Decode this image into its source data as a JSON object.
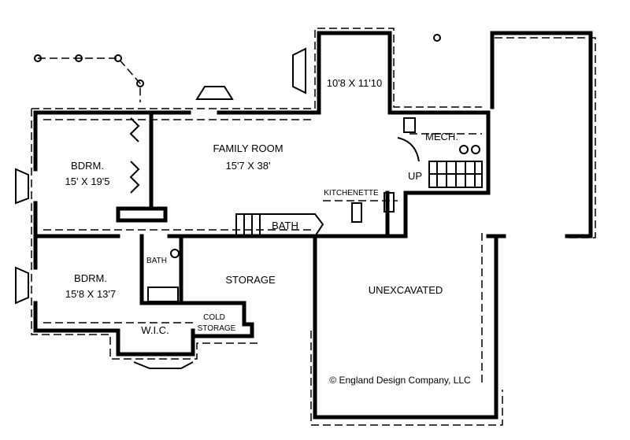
{
  "rooms": {
    "upper_room_size": "10'8 X 11'10",
    "family_room": "FAMILY ROOM",
    "family_room_size": "15'7 X 38'",
    "bedroom1": "BDRM.",
    "bedroom1_size": "15' X 19'5",
    "mech": "MECH.",
    "stairs_up": "UP",
    "kitchenette": "KITCHENETTE",
    "bath_main": "BATH",
    "bedroom2": "BDRM.",
    "bedroom2_size": "15'8 X 13'7",
    "bath_small": "BATH",
    "storage": "STORAGE",
    "unexcavated": "UNEXCAVATED",
    "wic": "W.I.C.",
    "cold_storage_1": "COLD",
    "cold_storage_2": "STORAGE"
  },
  "copyright": "© England Design Company, LLC"
}
